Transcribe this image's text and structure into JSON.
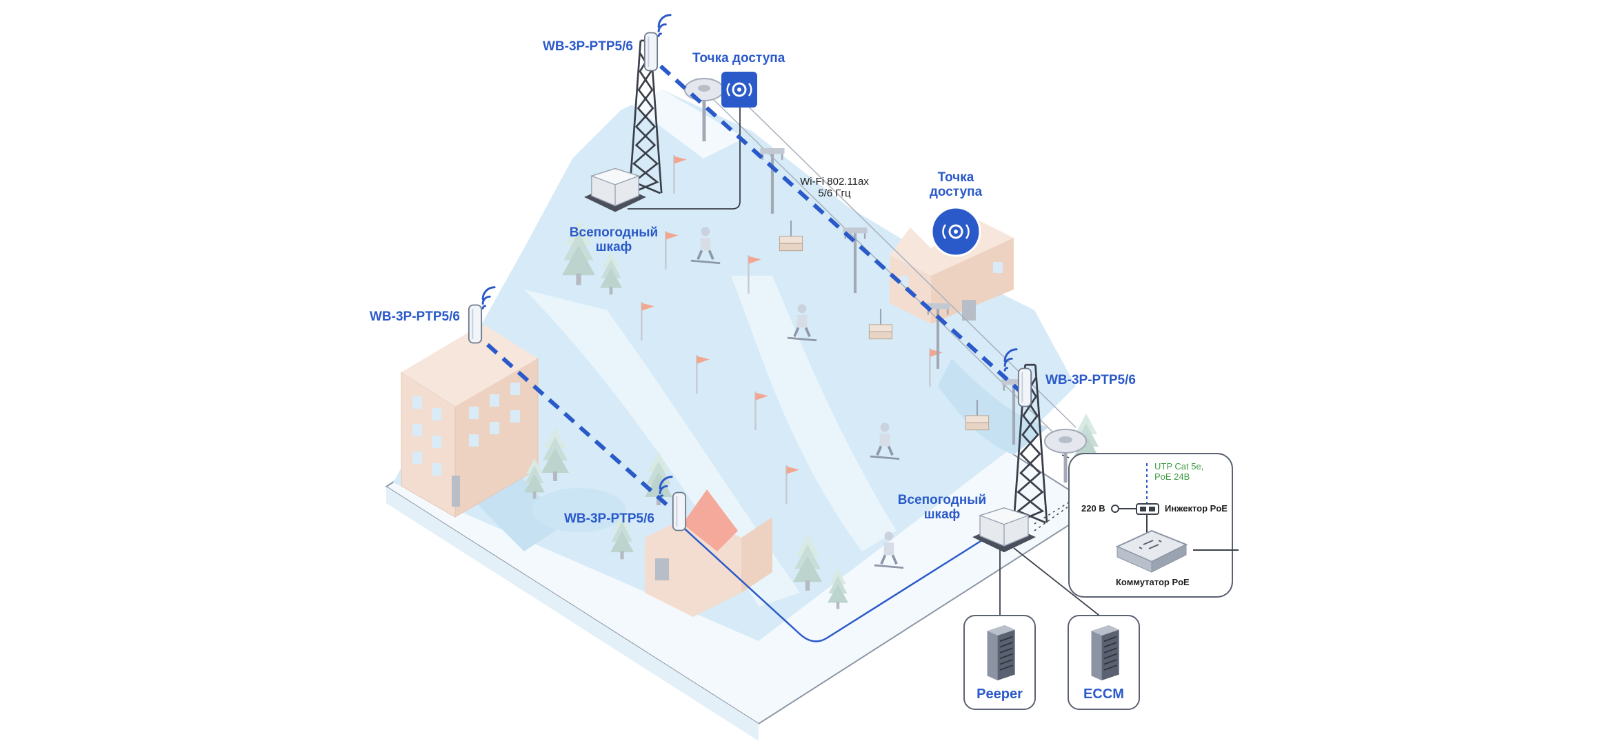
{
  "labels": {
    "device_top": "WB-3P-PTP5/6",
    "device_left": "WB-3P-PTP5/6",
    "device_bottom": "WB-3P-PTP5/6",
    "device_right": "WB-3P-PTP5/6",
    "ap_top": "Точка доступа",
    "ap_right_line1": "Точка",
    "ap_right_line2": "доступа",
    "wifi_line1": "Wi-Fi 802.11ax",
    "wifi_line2": "5/6 Ггц",
    "cabinet_top_line1": "Всепогодный",
    "cabinet_top_line2": "шкаф",
    "cabinet_bottom_line1": "Всепогодный",
    "cabinet_bottom_line2": "шкаф",
    "utp_line1": "UTP Cat 5e,",
    "utp_line2": "PoE 24В",
    "voltage": "220 В",
    "injector": "Инжектор PoE",
    "switch": "Коммутатор PoE",
    "server_1": "Peeper",
    "server_2": "ECCM"
  },
  "colors": {
    "brand_blue": "#2a59c9",
    "snow": "#d6ebf7",
    "snow_light": "#eaf5fb",
    "building": "#f3ddd0",
    "tower": "#3a3f4a",
    "green_text": "#3f9b42",
    "red_roof": "#f4a99a"
  },
  "icons": [
    "ptp-radio-icon",
    "access-point-icon",
    "wifi-signal-icon",
    "cabinet-icon",
    "tower-icon",
    "server-icon",
    "poe-injector-icon",
    "poe-switch-icon",
    "flag-icon",
    "tree-icon",
    "skier-icon",
    "ski-lift-icon",
    "building-icon"
  ]
}
